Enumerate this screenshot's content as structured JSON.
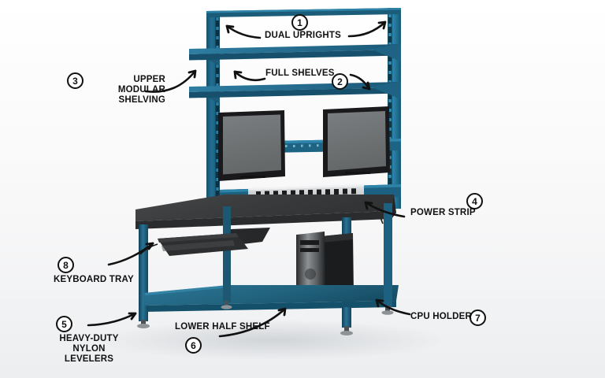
{
  "diagram": {
    "title": "Industrial Workbench Feature Callout Diagram",
    "background_color": "#ffffff",
    "product": {
      "frame_color": "#1f5f7d",
      "frame_color_light": "#2d7ea3",
      "frame_color_dark": "#11435b",
      "worktop_color": "#3a3c3e",
      "worktop_edge_color": "#2b2d2f",
      "accessory_color": "#1c1c1e",
      "screen_color": "#6f7375",
      "leveler_color": "#8d9296",
      "powerstrip_color": "#d8d9da"
    },
    "callouts": [
      {
        "number": "1",
        "label": "DUAL UPRIGHTS"
      },
      {
        "number": "2",
        "label": "FULL SHELVES"
      },
      {
        "number": "3",
        "label": "UPPER MODULAR\nSHELVING"
      },
      {
        "number": "4",
        "label": "POWER STRIP"
      },
      {
        "number": "5",
        "label": "HEAVY-DUTY\nNYLON LEVELERS"
      },
      {
        "number": "6",
        "label": "LOWER HALF SHELF"
      },
      {
        "number": "7",
        "label": "CPU HOLDER"
      },
      {
        "number": "8",
        "label": "KEYBOARD TRAY"
      }
    ]
  }
}
